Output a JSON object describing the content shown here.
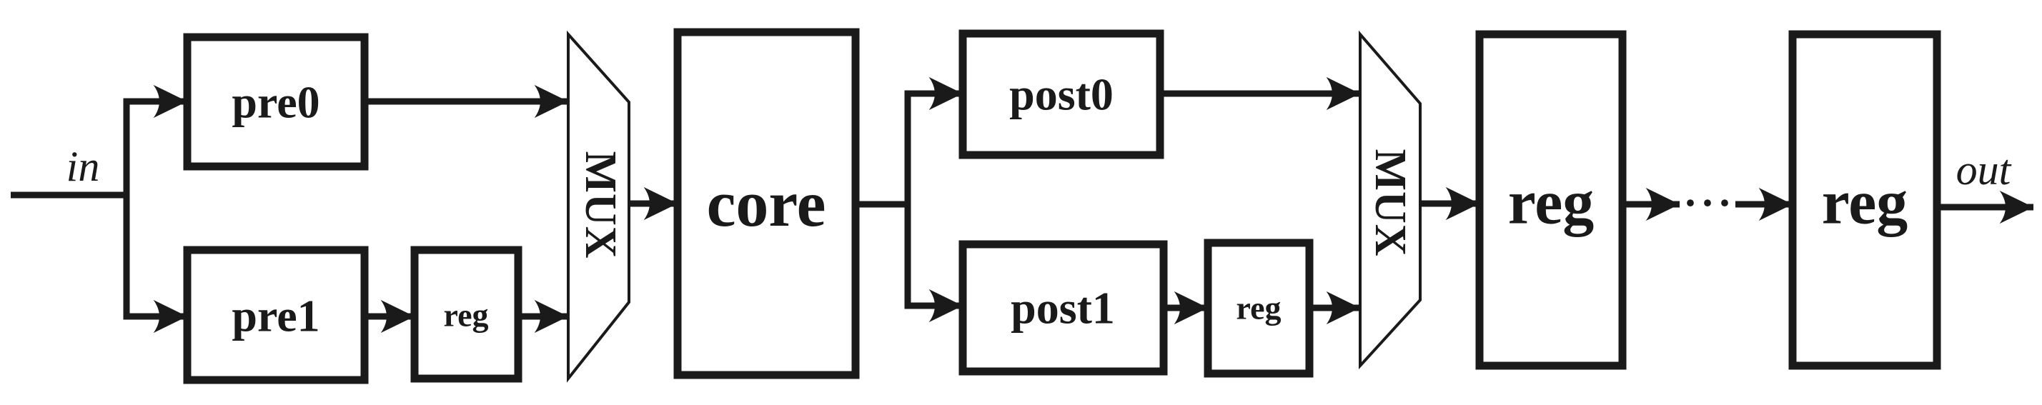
{
  "diagram": {
    "io": {
      "input_label": "in",
      "output_label": "out"
    },
    "blocks": {
      "pre0": "pre0",
      "pre1": "pre1",
      "reg_pre": "reg",
      "mux_pre": "MUX",
      "core": "core",
      "post0": "post0",
      "post1": "post1",
      "reg_post": "reg",
      "mux_post": "MUX",
      "pipeline_reg_first": "reg",
      "pipeline_reg_last": "reg"
    },
    "ellipsis": "···",
    "colors": {
      "ink": "#1a1a1a",
      "background": "#ffffff"
    }
  }
}
